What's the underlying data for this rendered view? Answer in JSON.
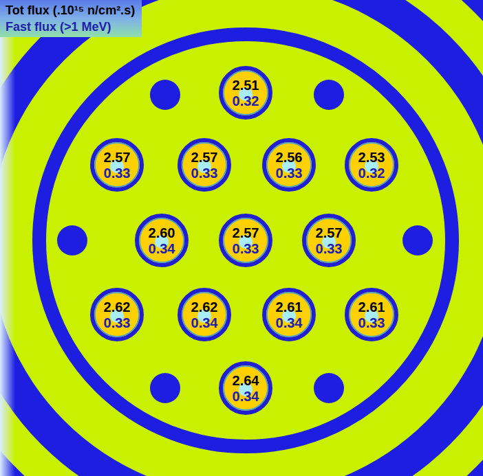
{
  "diagram": {
    "nodes": [
      {
        "text": [
          "Tot flux (.10¹⁵ n/cm².s)",
          "Fast flux (>1 MeV)"
        ]
      },
      {
        "text": [
          "2.51",
          "0.32"
        ]
      },
      {
        "text": [
          "2.57",
          "0.33"
        ]
      },
      {
        "text": [
          "2.57",
          "0.33"
        ]
      },
      {
        "text": [
          "2.56",
          "0.33"
        ]
      },
      {
        "text": [
          "2.53",
          "0.32"
        ]
      },
      {
        "text": [
          "2.60",
          "0.34"
        ]
      },
      {
        "text": [
          "2.57",
          "0.33"
        ]
      },
      {
        "text": [
          "2.57",
          "0.33"
        ]
      },
      {
        "text": [
          "2.62",
          "0.33"
        ]
      },
      {
        "text": [
          "2.62",
          "0.34"
        ]
      },
      {
        "text": [
          "2.61",
          "0.34"
        ]
      },
      {
        "text": [
          "2.61",
          "0.33"
        ]
      },
      {
        "text": [
          "2.64",
          "0.34"
        ]
      }
    ]
  }
}
